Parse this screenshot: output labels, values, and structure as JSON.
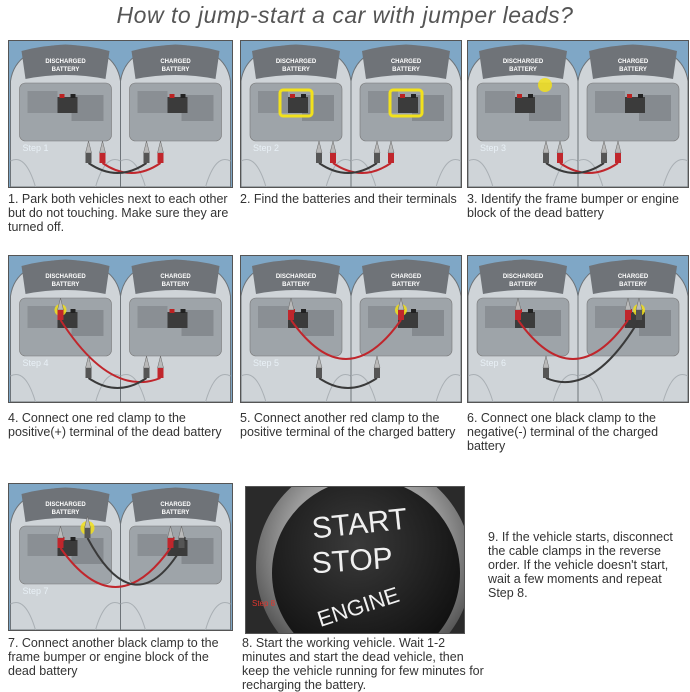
{
  "title": "How to jump-start a car with jumper leads?",
  "car_labels": {
    "discharged_line1": "DISCHARGED",
    "discharged_line2": "BATTERY",
    "charged_line1": "CHARGED",
    "charged_line2": "BATTERY"
  },
  "steps": [
    {
      "panel_label": "Step 1",
      "caption": "1. Park both vehicles next to each other but do not touching. Make sure they are turned off."
    },
    {
      "panel_label": "Step 2",
      "caption": "2. Find the batteries and their terminals"
    },
    {
      "panel_label": "Step 3",
      "caption": "3. Identify the frame bumper or engine block of the dead battery"
    },
    {
      "panel_label": "Step 4",
      "caption": "4. Connect one red clamp to the positive(+) terminal of the dead battery"
    },
    {
      "panel_label": "Step 5",
      "caption": "5. Connect another red clamp to the positive terminal of the charged battery"
    },
    {
      "panel_label": "Step 6",
      "caption": "6. Connect one black clamp to the negative(-) terminal of the charged battery"
    },
    {
      "panel_label": "Step 7",
      "caption": "7. Connect another black clamp to the frame bumper or engine block of the dead battery"
    },
    {
      "panel_label": "Step 8",
      "caption": "8. Start the working vehicle. Wait 1-2 minutes and start the dead vehicle, then keep the vehicle running for few minutes for recharging the battery."
    }
  ],
  "start_button": {
    "line1": "START",
    "line2": "STOP",
    "line3": "ENGINE"
  },
  "step9": "9. If the vehicle starts, disconnect the cable clamps in the reverse order. If the vehicle doesn't start, wait a few moments and repeat Step 8.",
  "colors": {
    "panel_bg": "#7fa7c6",
    "highlight": "#f2e11c",
    "red_cable": "#c0262c",
    "black_cable": "#3a3a3a"
  }
}
